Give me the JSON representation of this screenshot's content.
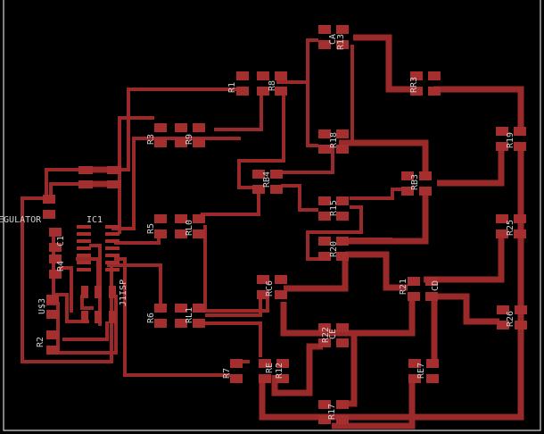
{
  "view": {
    "background_color": "#000000",
    "copper_color": "#9a2a2a",
    "text_color": "#d0d0d0"
  },
  "labels": {
    "regulator": "REGULATOR",
    "ic1": "IC1",
    "c1": "C1",
    "r4": "R4",
    "u3": "U$3",
    "r2": "R2",
    "j1isp": "J1ISP",
    "r1": "R1",
    "r8": "R8",
    "ca": "CA",
    "r13": "R13",
    "rr3": "RR3",
    "r3": "R3",
    "r9": "R9",
    "r18": "R18",
    "rb4": "RB4",
    "rb3": "RB3",
    "r19": "R19",
    "r5": "R5",
    "rl0": "RL0",
    "r15": "R15",
    "r20": "R20",
    "r25": "R25",
    "r6": "R6",
    "rl1": "RL1",
    "rc6": "RC6",
    "r21": "R21",
    "cd": "CD",
    "r26": "R26",
    "r22": "R22",
    "ce": "CE",
    "r7": "R7",
    "re": "RE",
    "r12": "R12",
    "re7": "RE7",
    "r17": "R17"
  }
}
